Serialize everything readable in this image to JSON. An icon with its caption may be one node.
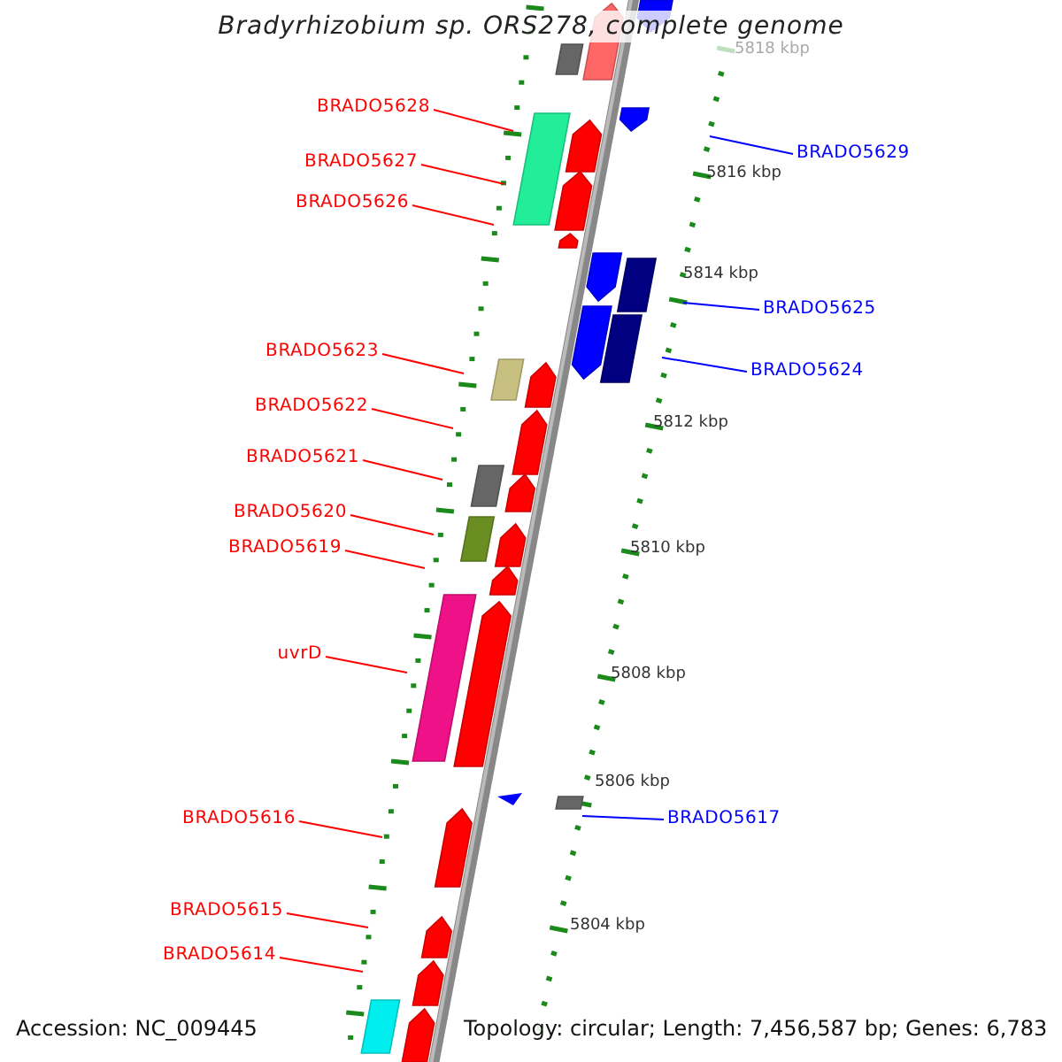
{
  "diagram": {
    "title": "Bradyrhizobium sp. ORS278, complete genome",
    "nodes": [
      {
        "text": [
          "BRADO5628"
        ]
      },
      {
        "text": [
          "BRADO5629"
        ]
      },
      {
        "text": [
          "BRADO5627"
        ]
      },
      {
        "text": [
          "BRADO5626"
        ]
      },
      {
        "text": [
          "BRADO5625"
        ]
      },
      {
        "text": [
          "BRADO5623"
        ]
      },
      {
        "text": [
          "BRADO5624"
        ]
      },
      {
        "text": [
          "BRADO5622"
        ]
      },
      {
        "text": [
          "BRADO5621"
        ]
      },
      {
        "text": [
          "BRADO5620"
        ]
      },
      {
        "text": [
          "BRADO5619"
        ]
      },
      {
        "text": [
          "uvrD"
        ]
      },
      {
        "text": [
          "BRADO5616"
        ]
      },
      {
        "text": [
          "BRADO5617"
        ]
      },
      {
        "text": [
          "BRADO5615"
        ]
      },
      {
        "text": [
          "BRADO5614"
        ]
      }
    ],
    "edges": [
      {
        "from": 0,
        "to": null,
        "arrow": "none"
      },
      {
        "from": 1,
        "to": null,
        "arrow": "none",
        "color": "#0000ff"
      },
      {
        "from": 2,
        "to": null,
        "arrow": "none"
      },
      {
        "from": 3,
        "to": null,
        "arrow": "none"
      },
      {
        "from": 4,
        "to": null,
        "arrow": "none",
        "color": "#0000ff"
      },
      {
        "from": 5,
        "to": null,
        "arrow": "none"
      },
      {
        "from": 6,
        "to": null,
        "arrow": "none",
        "color": "#0000ff"
      },
      {
        "from": 7,
        "to": null,
        "arrow": "none"
      },
      {
        "from": 8,
        "to": null,
        "arrow": "none"
      },
      {
        "from": 9,
        "to": null,
        "arrow": "none"
      },
      {
        "from": 10,
        "to": null,
        "arrow": "none"
      },
      {
        "from": 11,
        "to": null,
        "arrow": "none"
      },
      {
        "from": 12,
        "to": null,
        "arrow": "none"
      },
      {
        "from": 13,
        "to": null,
        "arrow": "none",
        "color": "#0000ff"
      },
      {
        "from": 14,
        "to": null,
        "arrow": "none"
      },
      {
        "from": 15,
        "to": null,
        "arrow": "none"
      }
    ],
    "labels": [
      "5818 kbp",
      "5816 kbp",
      "5814 kbp",
      "5812 kbp",
      "5810 kbp",
      "5808 kbp",
      "5806 kbp",
      "5804 kbp",
      "Accession: NC_009445",
      "Topology: circular; Length: 7,456,587 bp; Genes: 6,783"
    ]
  }
}
